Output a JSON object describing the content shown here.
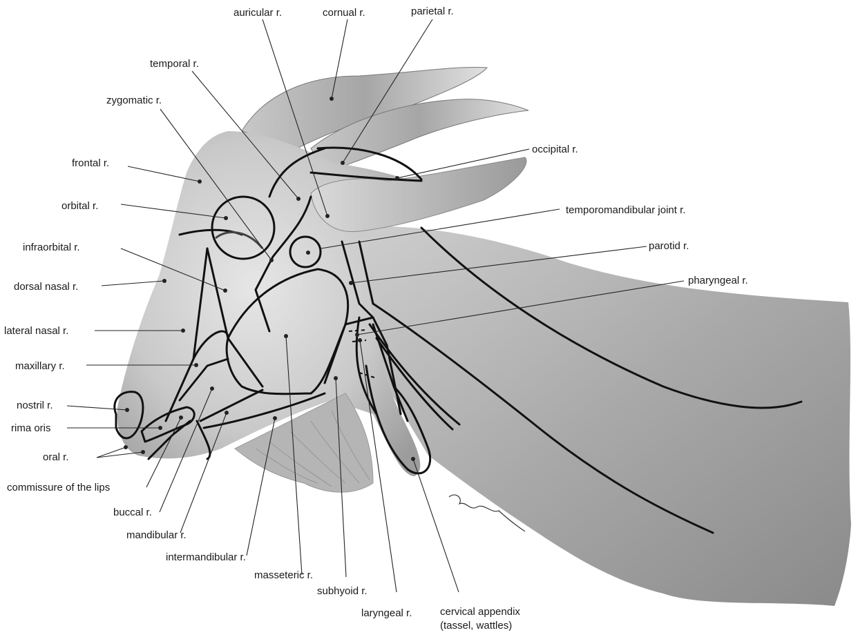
{
  "labels": {
    "auricular": "auricular r.",
    "cornual": "cornual r.",
    "parietal": "parietal r.",
    "temporal": "temporal r.",
    "zygomatic": "zygomatic r.",
    "occipital": "occipital r.",
    "frontal": "frontal r.",
    "orbital": "orbital r.",
    "temporomandibular": "temporomandibular joint r.",
    "infraorbital": "infraorbital r.",
    "parotid": "parotid r.",
    "dorsal_nasal": "dorsal nasal r.",
    "pharyngeal": "pharyngeal r.",
    "lateral_nasal": "lateral nasal r.",
    "maxillary": "maxillary r.",
    "nostril": "nostril r.",
    "rima_oris": "rima oris",
    "oral": "oral r.",
    "commissure": "commissure of the lips",
    "buccal": "buccal r.",
    "mandibular": "mandibular r.",
    "intermandibular": "intermandibular r.",
    "masseteric": "masseteric r.",
    "subhyoid": "subhyoid r.",
    "laryngeal": "laryngeal r.",
    "cervical_appendix_line1": "cervical appendix",
    "cervical_appendix_line2": "(tassel, wattles)"
  }
}
